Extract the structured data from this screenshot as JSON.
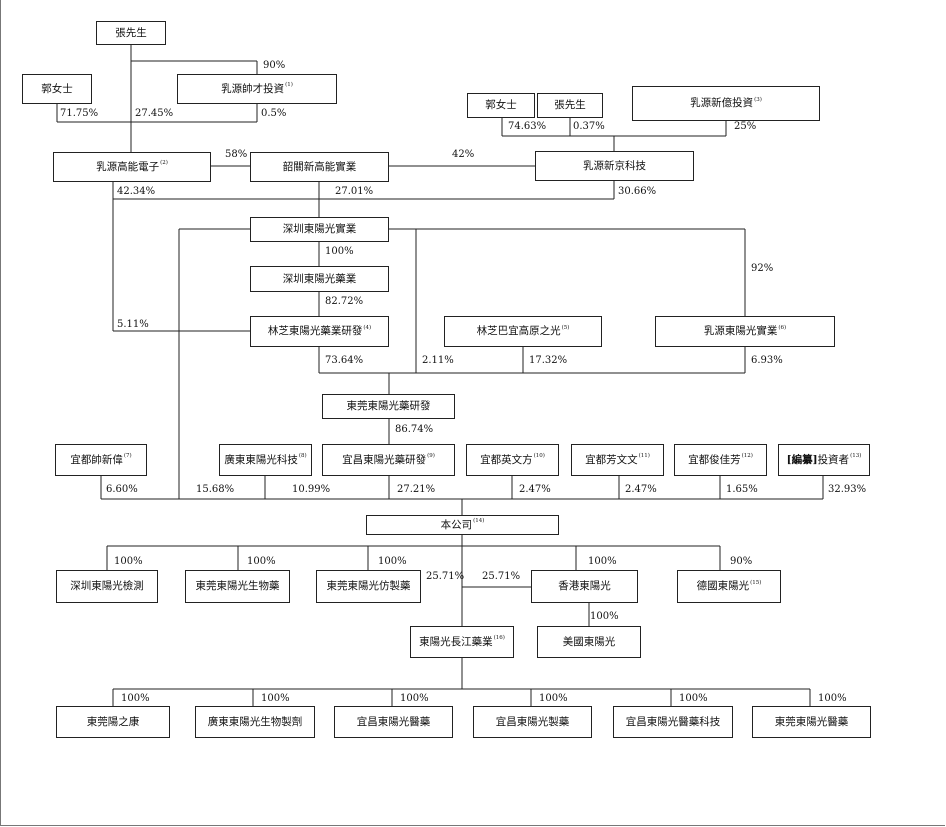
{
  "entities": {
    "zhang1": {
      "label": "張先生",
      "note": ""
    },
    "guo1": {
      "label": "郭女士",
      "note": ""
    },
    "shuaicai": {
      "label": "乳源帥才投資",
      "note": "(1)"
    },
    "guo2": {
      "label": "郭女士",
      "note": ""
    },
    "zhang2": {
      "label": "張先生",
      "note": ""
    },
    "xinyu": {
      "label": "乳源新億投資",
      "note": "(3)"
    },
    "gaoneng": {
      "label": "乳源高能電子",
      "note": "(2)"
    },
    "shaoguan": {
      "label": "韶關新高能實業",
      "note": ""
    },
    "xinjing": {
      "label": "乳源新京科技",
      "note": ""
    },
    "sz_shiye": {
      "label": "深圳東陽光實業",
      "note": ""
    },
    "sz_yaoye": {
      "label": "深圳東陽光藥業",
      "note": ""
    },
    "lz_yanfa": {
      "label": "林芝東陽光藥業研發",
      "note": "(4)"
    },
    "lz_gaoyuan": {
      "label": "林芝巴宜高原之光",
      "note": "(5)"
    },
    "ry_shiye": {
      "label": "乳源東陽光實業",
      "note": "(6)"
    },
    "dg_yanfa": {
      "label": "東莞東陽光藥研發",
      "note": ""
    },
    "yd_shuaixinwei": {
      "label": "宜都帥新偉",
      "note": "(7)"
    },
    "gd_keji": {
      "label": "廣東東陽光科技",
      "note": "(8)"
    },
    "yc_yanfa": {
      "label": "宜昌東陽光藥研發",
      "note": "(9)"
    },
    "yd_yingwenfang": {
      "label": "宜都英文方",
      "note": "(10)"
    },
    "yd_fangwenwen": {
      "label": "宜都芳文文",
      "note": "(11)"
    },
    "yd_junjiafang": {
      "label": "宜都俊佳芳",
      "note": "(12)"
    },
    "investors": {
      "label_bold": "[編纂]",
      "label": "投資者",
      "note": "(13)"
    },
    "company": {
      "label": "本公司",
      "note": "(14)"
    },
    "sz_jiance": {
      "label": "深圳東陽光檢測",
      "note": ""
    },
    "dg_shengwu": {
      "label": "東莞東陽光生物藥",
      "note": ""
    },
    "dg_fangzhi": {
      "label": "東莞東陽光仿製藥",
      "note": ""
    },
    "hk": {
      "label": "香港東陽光",
      "note": ""
    },
    "de": {
      "label": "德國東陽光",
      "note": "(15)"
    },
    "us": {
      "label": "美國東陽光",
      "note": ""
    },
    "changjiang": {
      "label": "東陽光長江藥業",
      "note": "(16)"
    },
    "dg_zhikang": {
      "label": "東莞陽之康",
      "note": ""
    },
    "gd_shengwu": {
      "label": "廣東東陽光生物製劑",
      "note": ""
    },
    "yc_yiyao": {
      "label": "宜昌東陽光醫藥",
      "note": ""
    },
    "yc_zhiyao": {
      "label": "宜昌東陽光製藥",
      "note": ""
    },
    "yc_yiyao_keji": {
      "label": "宜昌東陽光醫藥科技",
      "note": ""
    },
    "dg_yiyao": {
      "label": "東莞東陽光醫藥",
      "note": ""
    }
  },
  "percentages": {
    "zhang_shuaicai": "90%",
    "guo_gaoneng": "71.75%",
    "zhang_gaoneng": "27.45%",
    "shuaicai_gaoneng": "0.5%",
    "guo2_xinjing": "74.63%",
    "zhang2_xinjing": "0.37%",
    "xinyu_xinjing": "25%",
    "gaoneng_shaoguan": "58%",
    "xinjing_shaoguan": "42%",
    "gaoneng_sz": "42.34%",
    "shaoguan_sz": "27.01%",
    "xinjing_sz": "30.66%",
    "sz_yaoye": "100%",
    "yaoye_lz": "82.72%",
    "ry_shiye_ctrl": "92%",
    "gaoneng_lz": "5.11%",
    "lz_dg": "73.64%",
    "sz_dg": "2.11%",
    "gaoyuan_dg": "17.32%",
    "ry_dg": "6.93%",
    "dg_yc": "86.74%",
    "shuaixinwei_co": "6.60%",
    "sz_co": "15.68%",
    "gdkeji_co": "10.99%",
    "ycyanfa_co": "27.21%",
    "yingwenfang_co": "2.47%",
    "fangwenwen_co": "2.47%",
    "junjiafang_co": "1.65%",
    "investors_co": "32.93%",
    "co_jiance": "100%",
    "co_shengwu": "100%",
    "co_fangzhi": "100%",
    "co_changjiang": "25.71%",
    "hk_changjiang": "25.71%",
    "co_hk": "100%",
    "co_de": "90%",
    "hk_us": "100%",
    "cj_zhikang": "100%",
    "cj_gdshengwu": "100%",
    "cj_ycyiyao": "100%",
    "cj_yczhiyao": "100%",
    "cj_ycyiyaokeji": "100%",
    "cj_dgyiyao": "100%"
  }
}
